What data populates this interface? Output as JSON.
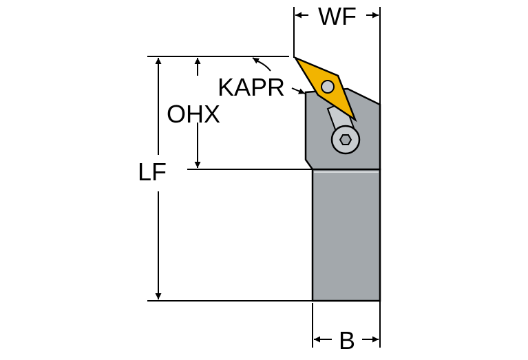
{
  "labels": {
    "wf": "WF",
    "kapr": "KAPR",
    "ohx": "OHX",
    "lf": "LF",
    "b": "B"
  },
  "colors": {
    "background": "#ffffff",
    "line": "#000000",
    "body": "#a3a8ac",
    "insert": "#f2b400",
    "screw": "#c8cccf"
  }
}
